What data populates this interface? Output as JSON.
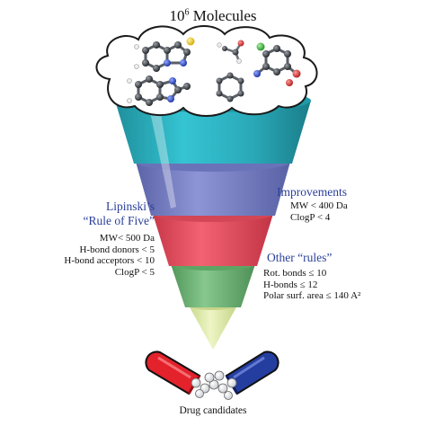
{
  "title": {
    "base": "10",
    "exponent": "6",
    "rest": " Molecules"
  },
  "lipinski": {
    "heading_line1": "Lipinski’s",
    "heading_line2": "“Rule of Five”",
    "rules": [
      "MW< 500 Da",
      "H-bond donors < 5",
      "H-bond acceptors < 10",
      "ClogP < 5"
    ]
  },
  "improvements": {
    "heading": "Improvements",
    "rules": [
      "MW < 400 Da",
      "ClogP < 4"
    ]
  },
  "other_rules": {
    "heading": "Other “rules”",
    "rules": [
      "Rot. bonds ≤ 10",
      "H-bonds ≤ 12",
      "Polar surf. area ≤ 140 A²"
    ]
  },
  "footer": "Drug candidates",
  "colors": {
    "band_teal": "#2cb9c9",
    "band_periwinkle": "#7f88cc",
    "band_red": "#ee5565",
    "band_green": "#76ba7e",
    "band_tip": "#dbe8a8",
    "heading_blue": "#2a3f9a",
    "capsule_red": "#e3222c",
    "capsule_blue": "#243ea0"
  },
  "icons": [
    "molecule-cloud",
    "funnel",
    "open-capsule"
  ]
}
